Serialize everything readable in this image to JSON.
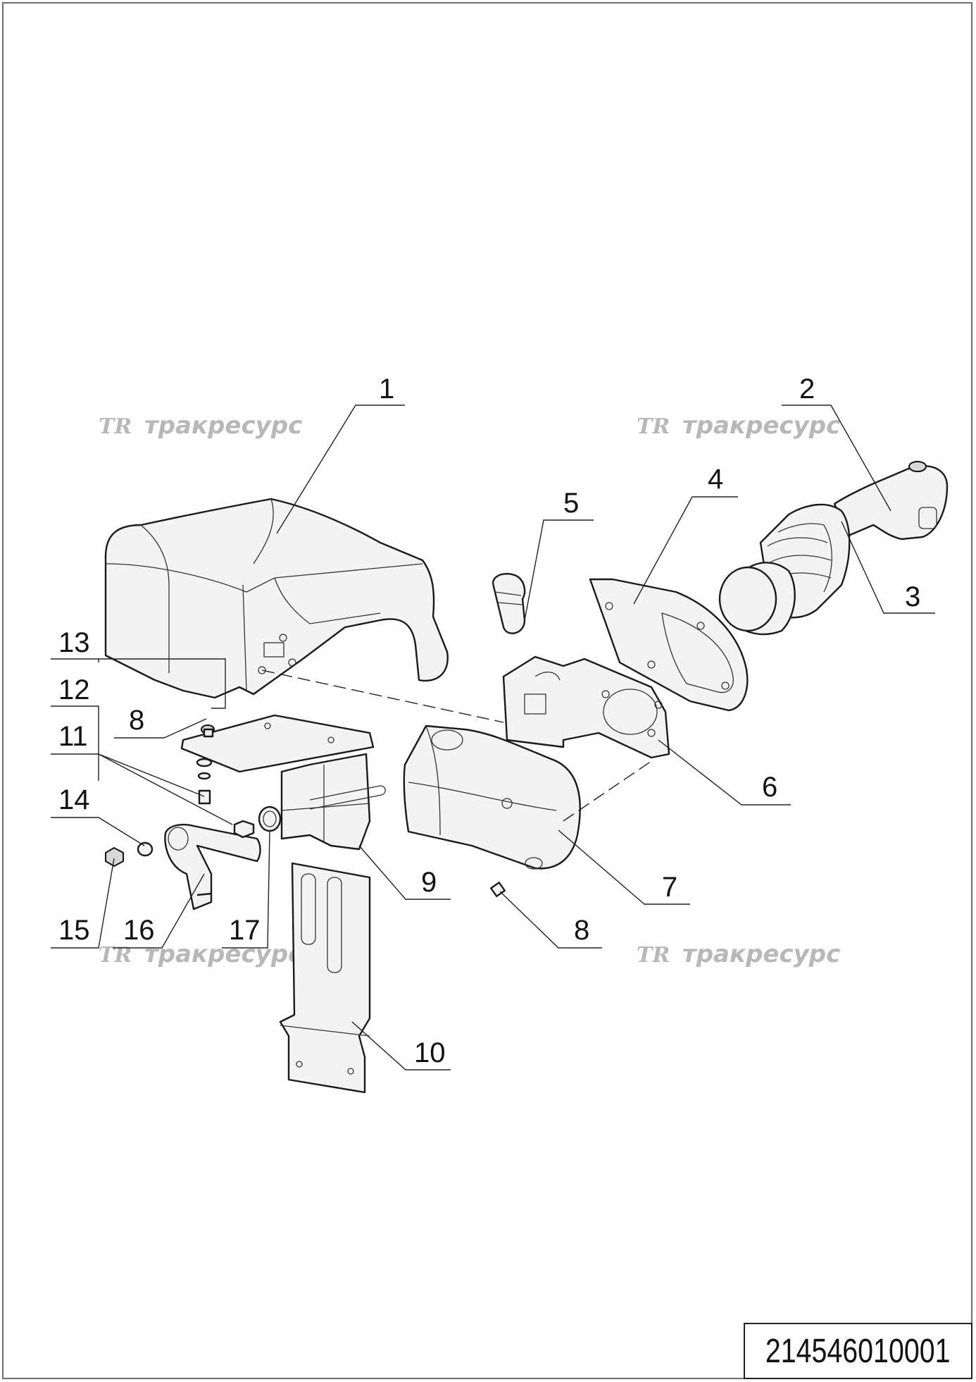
{
  "drawing_code": "214546010001",
  "watermark": {
    "logo": "TR",
    "text": "тракресурс"
  },
  "callouts": [
    {
      "id": "c1",
      "label": "1"
    },
    {
      "id": "c2",
      "label": "2"
    },
    {
      "id": "c3",
      "label": "3"
    },
    {
      "id": "c4",
      "label": "4"
    },
    {
      "id": "c5",
      "label": "5"
    },
    {
      "id": "c6",
      "label": "6"
    },
    {
      "id": "c7",
      "label": "7"
    },
    {
      "id": "c8a",
      "label": "8"
    },
    {
      "id": "c8b",
      "label": "8"
    },
    {
      "id": "c9",
      "label": "9"
    },
    {
      "id": "c10",
      "label": "10"
    },
    {
      "id": "c11",
      "label": "11"
    },
    {
      "id": "c12",
      "label": "12"
    },
    {
      "id": "c13",
      "label": "13"
    },
    {
      "id": "c14",
      "label": "14"
    },
    {
      "id": "c15",
      "label": "15"
    },
    {
      "id": "c16",
      "label": "16"
    },
    {
      "id": "c17",
      "label": "17"
    }
  ]
}
